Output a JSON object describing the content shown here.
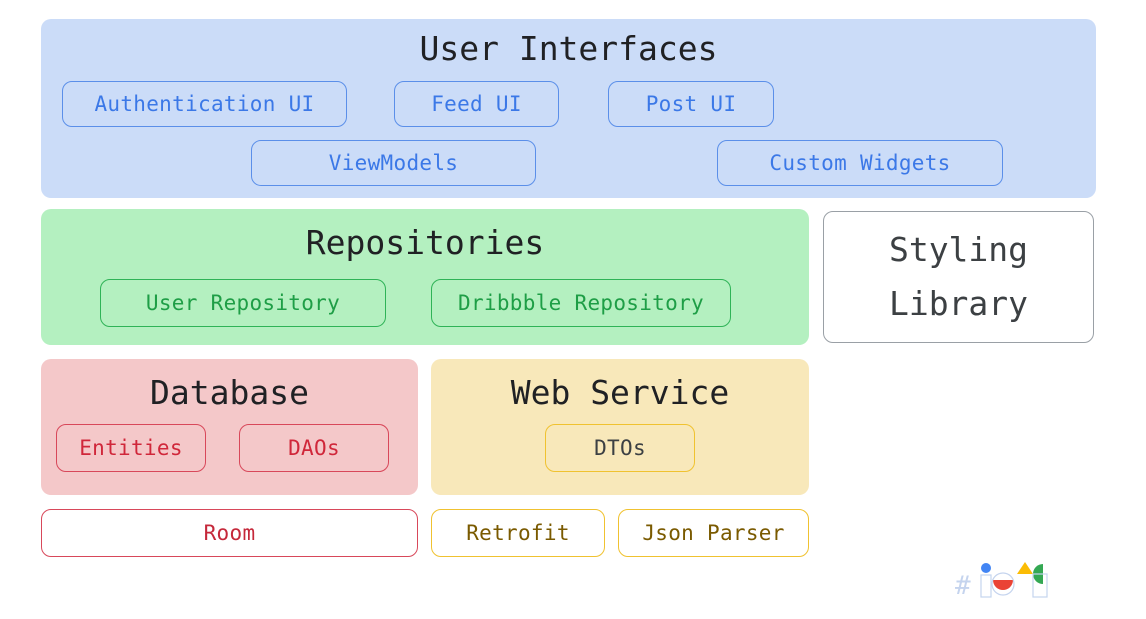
{
  "user_interfaces": {
    "title": "User Interfaces",
    "chips": [
      "Authentication UI",
      "Feed UI",
      "Post UI",
      "ViewModels",
      "Custom Widgets"
    ]
  },
  "repositories": {
    "title": "Repositories",
    "chips": [
      "User Repository",
      "Dribbble Repository"
    ]
  },
  "styling_library": {
    "line1": "Styling",
    "line2": "Library"
  },
  "database": {
    "title": "Database",
    "chips": [
      "Entities",
      "DAOs"
    ]
  },
  "web_service": {
    "title": "Web Service",
    "chips": [
      "DTOs"
    ]
  },
  "libraries": {
    "room": "Room",
    "retrofit": "Retrofit",
    "json_parser": "Json Parser"
  },
  "logo": {
    "name": "google-io-logo-icon",
    "hash": "#"
  },
  "colors": {
    "ui_fill": "#cbdcf8",
    "ui_accent": "#3b78e7",
    "repo_fill": "#b4f0c0",
    "repo_accent": "#1e9e46",
    "db_fill": "#f4c8c9",
    "db_accent": "#d0273a",
    "ws_fill": "#f8e8ba",
    "ws_accent": "#f0c230"
  }
}
